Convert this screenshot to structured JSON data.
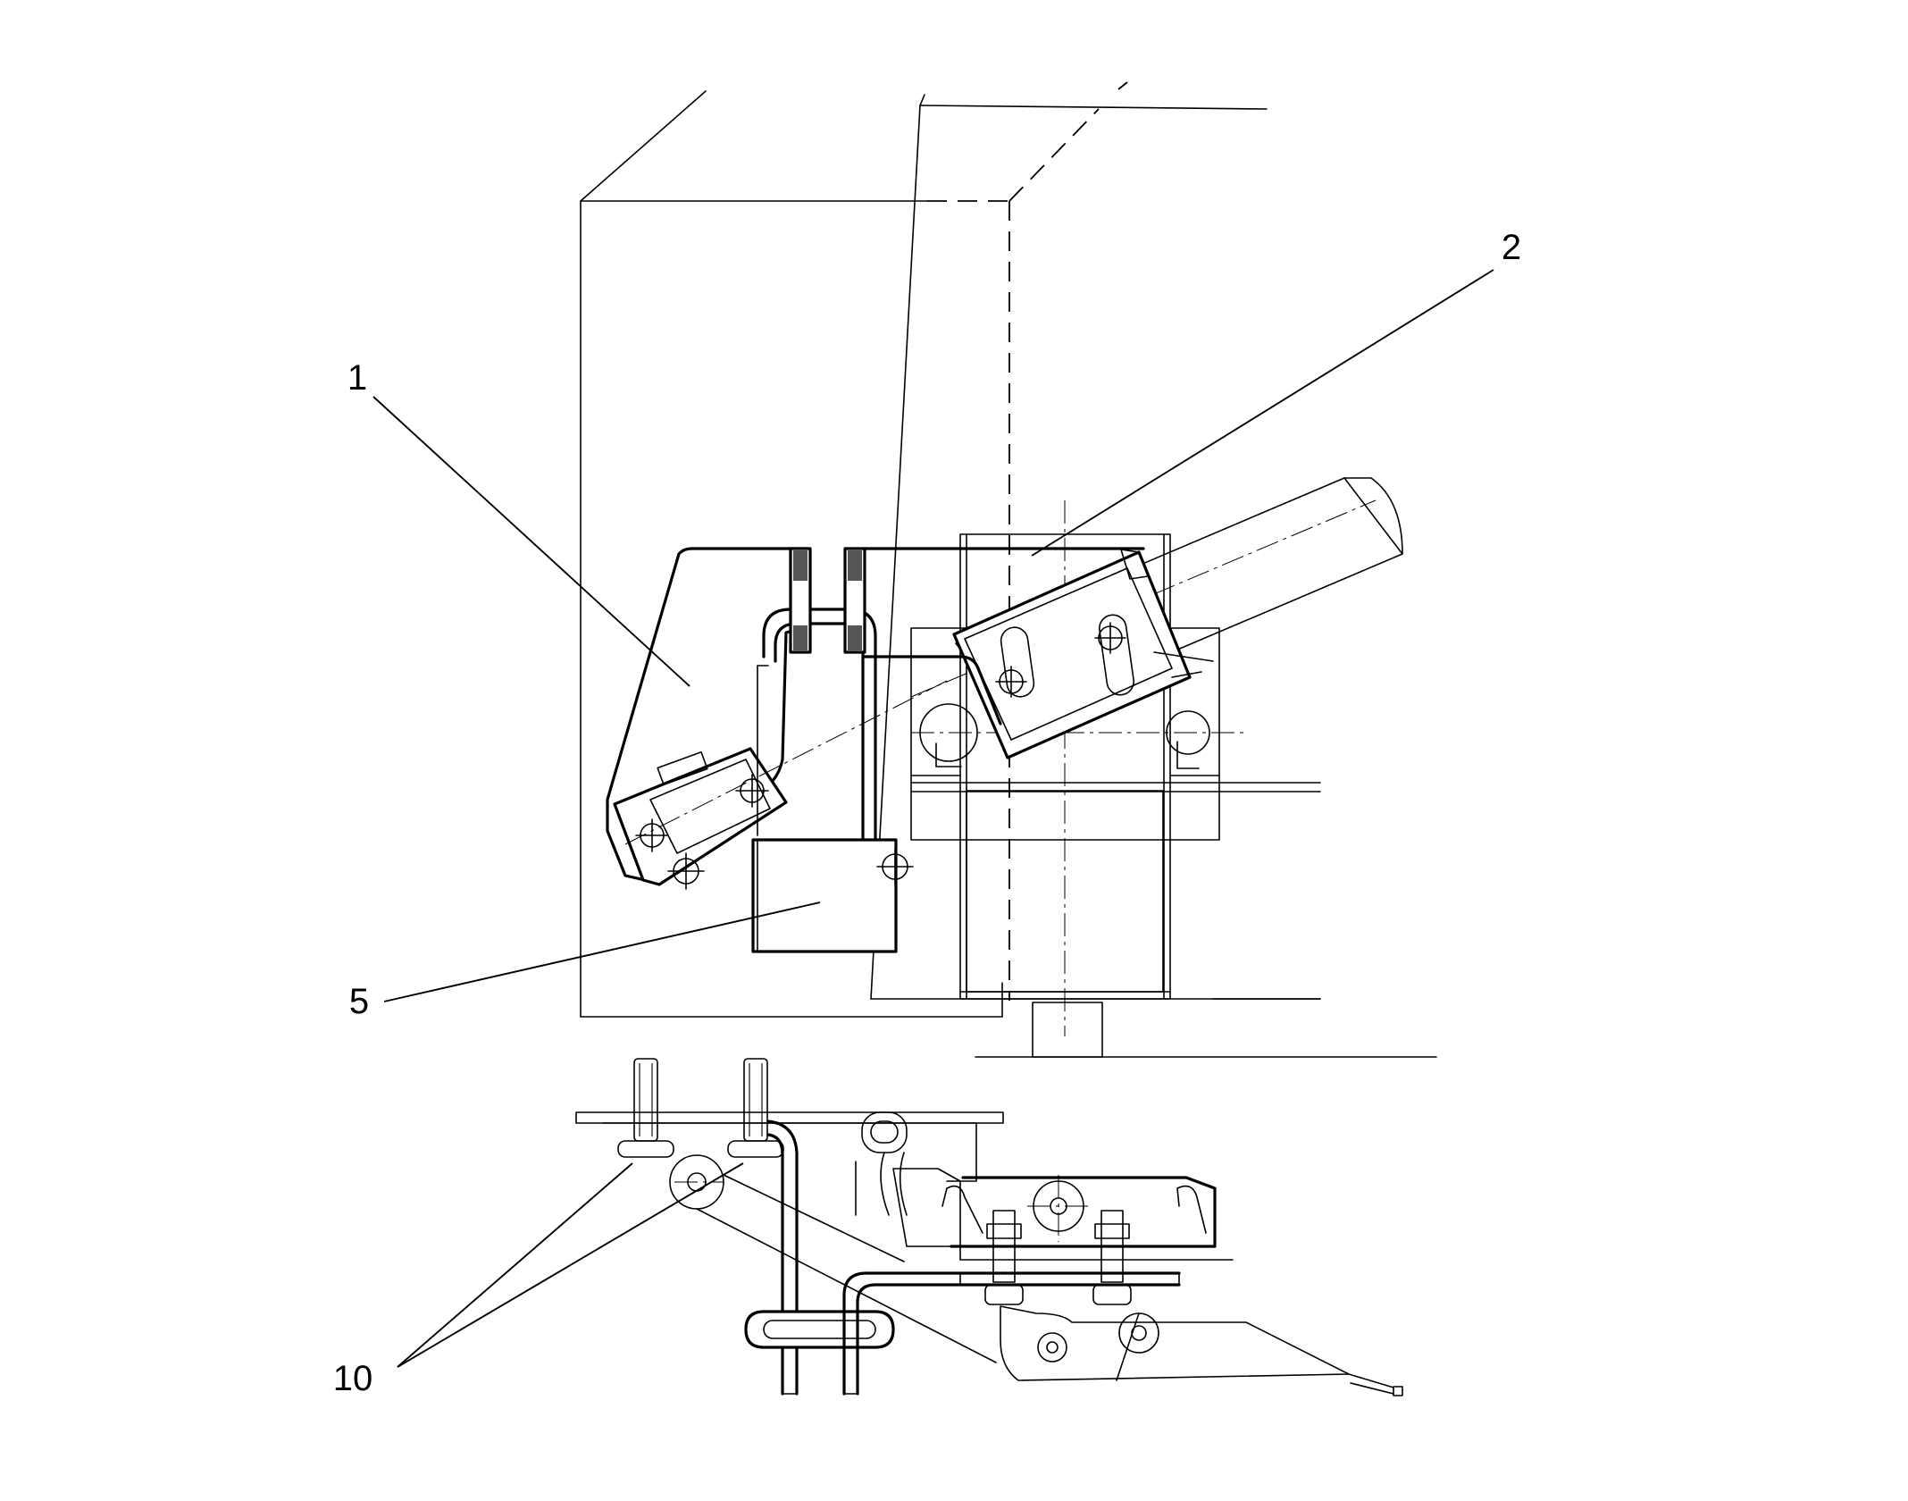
{
  "figure": {
    "callouts": [
      {
        "id": "1",
        "label": "1"
      },
      {
        "id": "2",
        "label": "2"
      },
      {
        "id": "5",
        "label": "5"
      },
      {
        "id": "10",
        "label": "10"
      }
    ]
  }
}
